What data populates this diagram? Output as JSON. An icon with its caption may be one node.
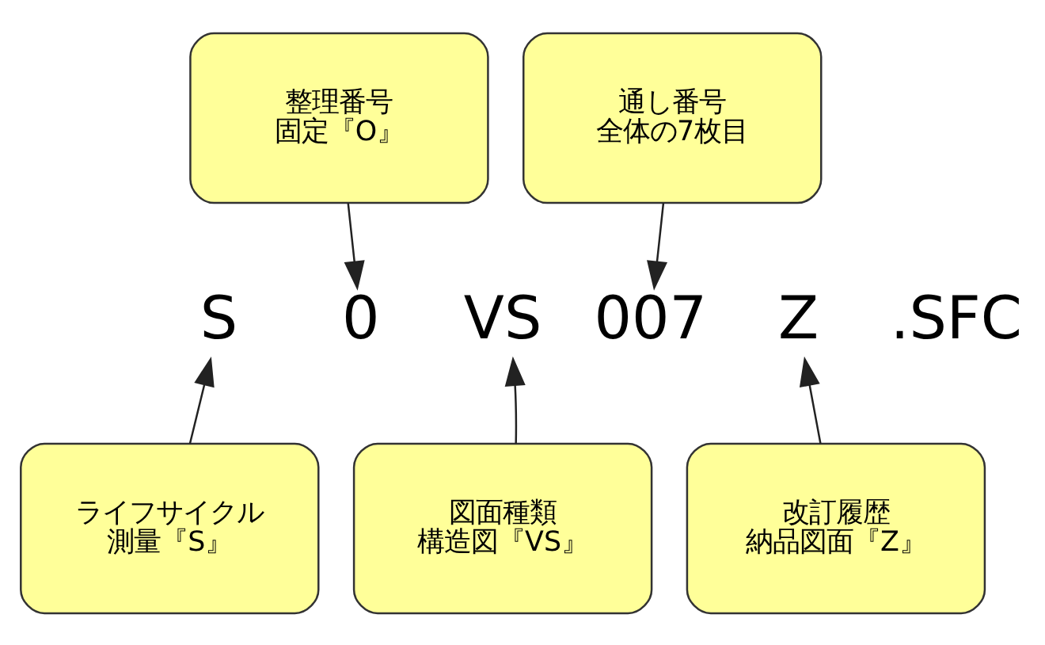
{
  "diagram": {
    "nodes": [
      {
        "text": [
          "整理番号",
          "固定『O』"
        ]
      },
      {
        "text": [
          "通し番号",
          "全体の7枚目"
        ]
      },
      {
        "text": [
          "S"
        ]
      },
      {
        "text": [
          "0"
        ]
      },
      {
        "text": [
          "VS"
        ]
      },
      {
        "text": [
          "007"
        ]
      },
      {
        "text": [
          "Z"
        ]
      },
      {
        "text": [
          "ライフサイクル",
          "測量『S』"
        ]
      },
      {
        "text": [
          "図面種類",
          "構造図『VS』"
        ]
      },
      {
        "text": [
          "改訂履歴",
          "納品図面『Z』"
        ]
      }
    ],
    "edges": [
      {
        "from": 0,
        "to": 3,
        "arrow": "to"
      },
      {
        "from": 1,
        "to": 5,
        "arrow": "to"
      },
      {
        "from": 7,
        "to": 2,
        "arrow": "to"
      },
      {
        "from": 8,
        "to": 4,
        "arrow": "to"
      },
      {
        "from": 9,
        "to": 6,
        "arrow": "to"
      }
    ],
    "labels": [
      ".SFC"
    ]
  }
}
